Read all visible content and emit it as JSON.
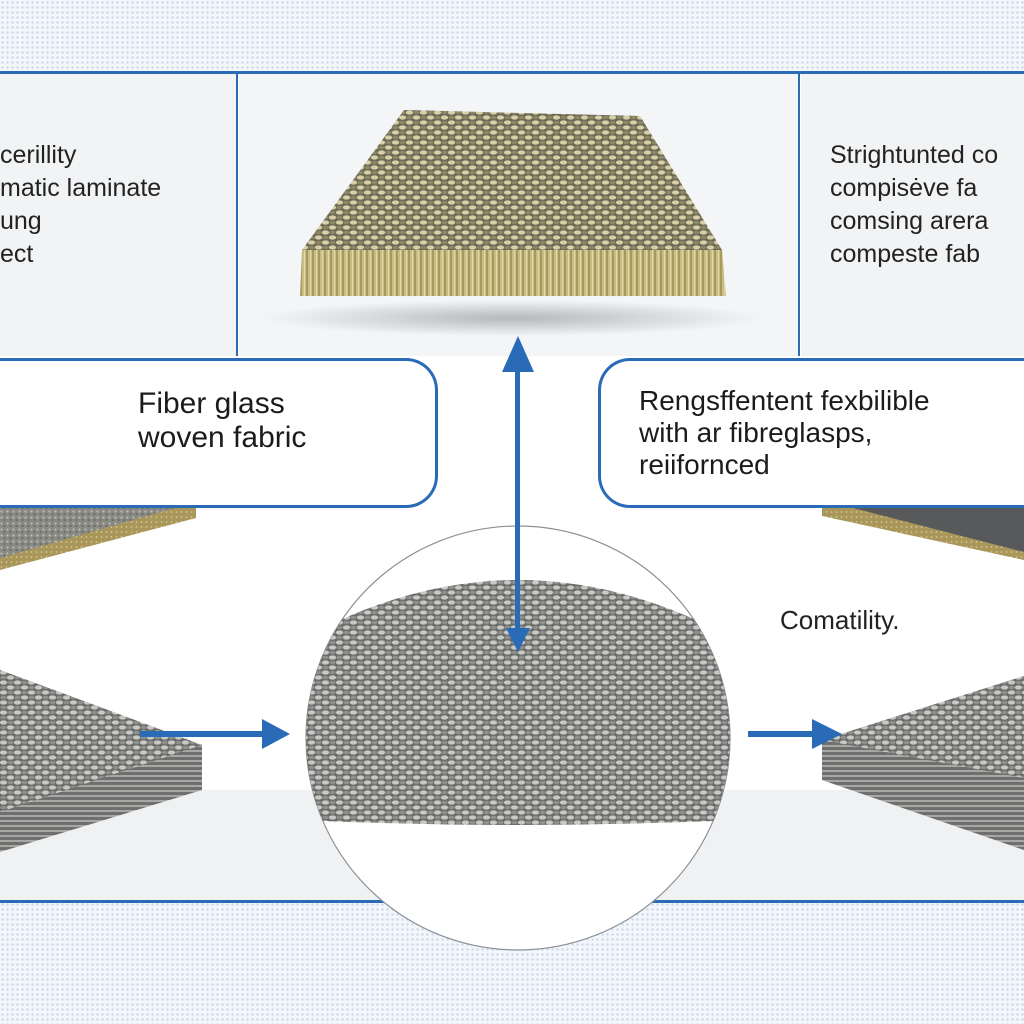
{
  "colors": {
    "accent_blue": "#2a6bb8",
    "panel_gray": "#f1f3f4",
    "fiber_tan": "#c2b37a",
    "weave_dark": "#4a4c4e"
  },
  "top_left_text": [
    "cerillity",
    "matic  laminate",
    "ung",
    "ect"
  ],
  "top_right_text": [
    "Strightunted co",
    "compisėve fa",
    "comsing arera",
    "compeste fab"
  ],
  "callout_left": [
    "Fiber glass",
    "woven fabric"
  ],
  "callout_right": [
    "Rengsffentent  fexbilible",
    "with ar fibreglasps,",
    "reiifornced"
  ],
  "caption_bottom_right": "Comatility.",
  "icons": [
    "arrow-up-down-icon",
    "arrow-right-icon",
    "connector-diamond-icon"
  ]
}
